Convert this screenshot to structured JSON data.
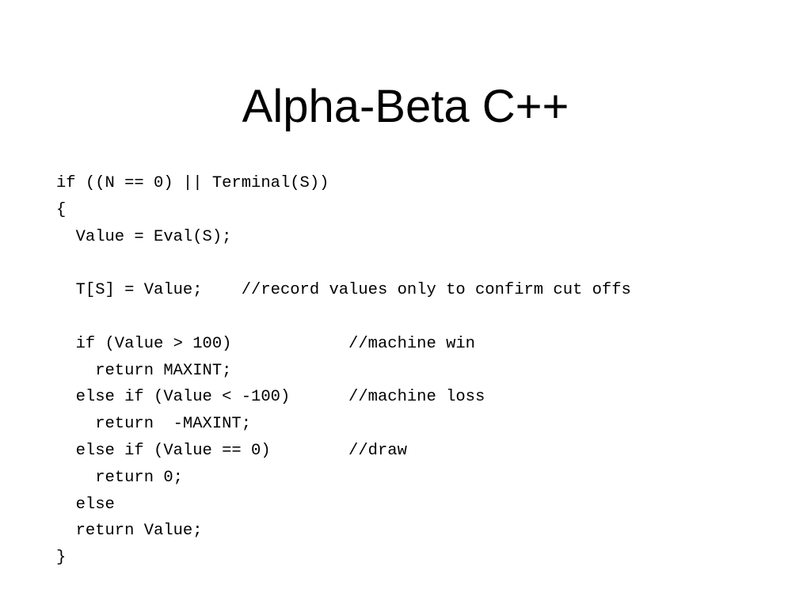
{
  "slide": {
    "title": "Alpha-Beta C++",
    "code_lines": [
      "if ((N == 0) || Terminal(S))",
      "{",
      "  Value = Eval(S);",
      "",
      "  T[S] = Value;    //record values only to confirm cut offs",
      "",
      "  if (Value > 100)            //machine win",
      "    return MAXINT;",
      "  else if (Value < -100)      //machine loss",
      "    return  -MAXINT;",
      "  else if (Value == 0)        //draw",
      "    return 0;",
      "  else",
      "  return Value;",
      "}"
    ]
  }
}
